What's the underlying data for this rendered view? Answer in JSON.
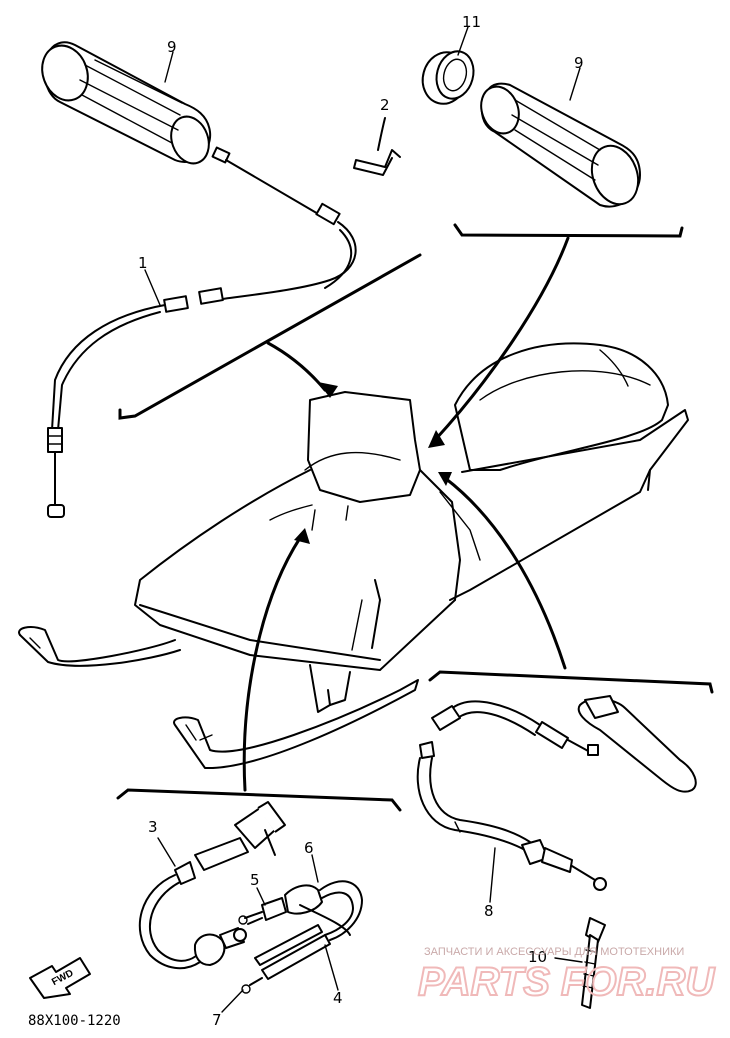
{
  "diagram": {
    "labels": {
      "grip_left": "9",
      "grip_right": "9",
      "ring": "11",
      "clip": "2",
      "throttle_cable": "1",
      "choke_cable": "3",
      "fuel_line_item5": "5",
      "fuel_line_item6": "6",
      "pipe_item4": "4",
      "pipe_item7": "7",
      "brake_cable": "8",
      "band": "10"
    },
    "drawing_code": "88X100-1220",
    "fwd": "FWD"
  },
  "watermark": {
    "subtitle": "ЗАПЧАСТИ И АКСЕССУАРЫ ДЛЯ МОТОТЕХНИКИ",
    "brand": "PARTS FOR.RU",
    "color": "#f0b9b9"
  }
}
